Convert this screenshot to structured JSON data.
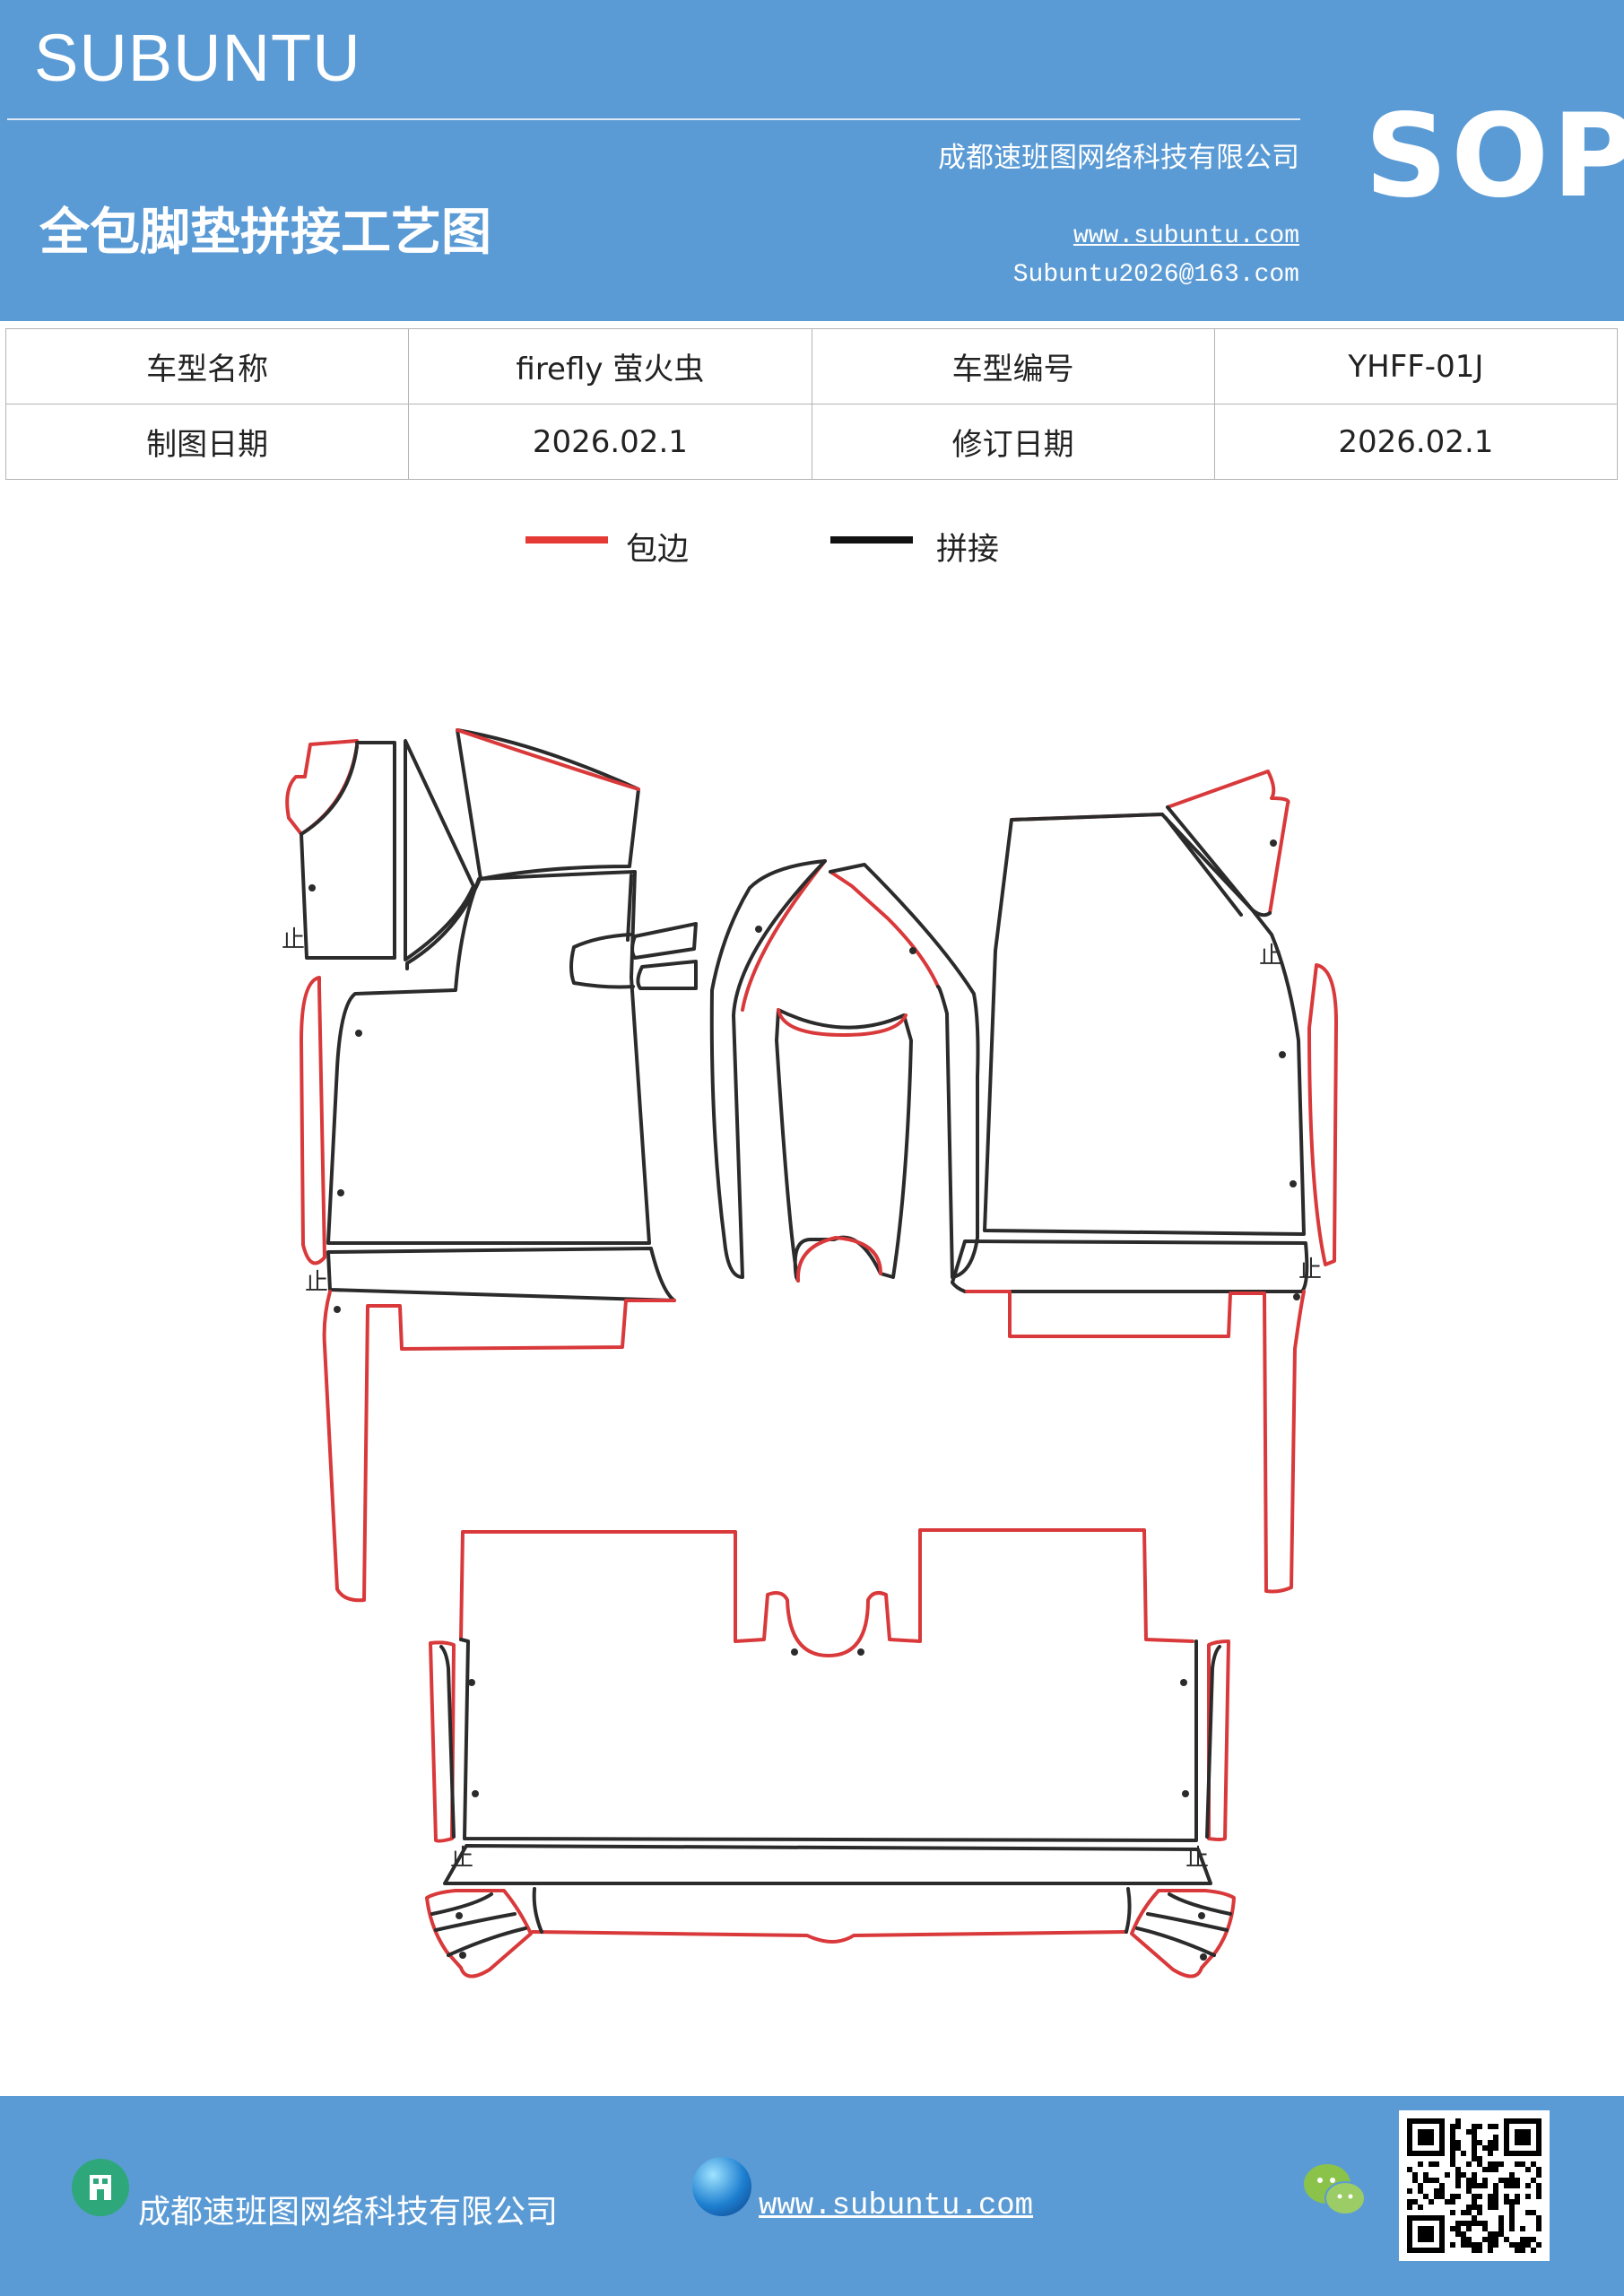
{
  "header": {
    "brand": "SUBUNTU",
    "badge": "SOP",
    "company": "成都速班图网络科技有限公司",
    "title": "全包脚垫拼接工艺图",
    "website": "www.subuntu.com",
    "email": "Subuntu2026@163.com"
  },
  "info_table": {
    "rows": [
      [
        "车型名称",
        "firefly 萤火虫",
        "车型编号",
        "YHFF-01J"
      ],
      [
        "制图日期",
        "2026.02.1",
        "修订日期",
        "2026.02.1"
      ]
    ]
  },
  "legend": {
    "items": [
      {
        "label": "包边",
        "color": "#e53935"
      },
      {
        "label": "拼接",
        "color": "#111111"
      }
    ]
  },
  "diagram": {
    "edge_color": "#d9393a",
    "seam_color": "#2b2b2b",
    "stop_mark": "止"
  },
  "footer": {
    "company": "成都速班图网络科技有限公司",
    "website": "www.subuntu.com",
    "icons": [
      "building-icon",
      "globe-icon",
      "wechat-icon",
      "qr-code"
    ]
  }
}
